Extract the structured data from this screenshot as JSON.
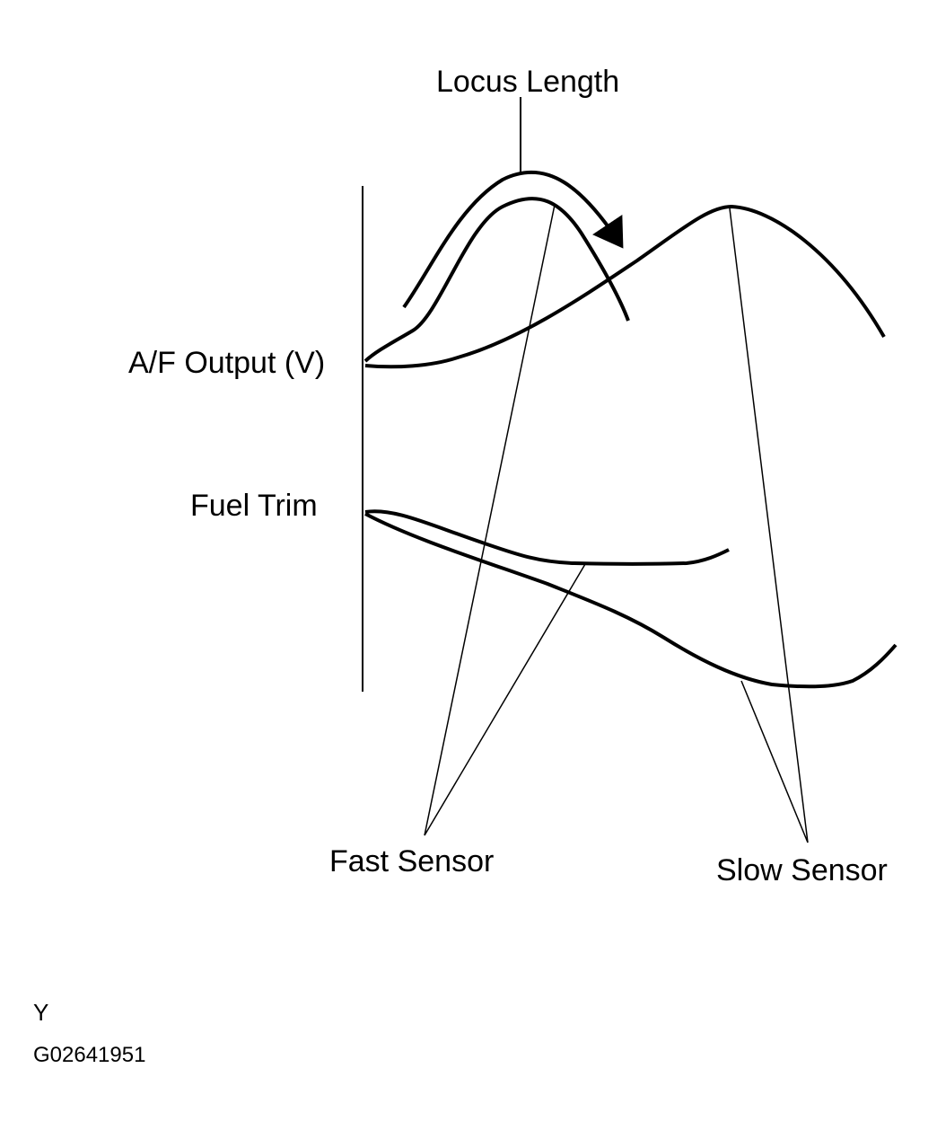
{
  "labels": {
    "locus_length": "Locus Length",
    "af_output": "A/F Output (V)",
    "fuel_trim": "Fuel Trim",
    "fast_sensor": "Fast Sensor",
    "slow_sensor": "Slow Sensor",
    "corner_mark": "Y",
    "figure_code": "G02641951"
  },
  "colors": {
    "ink": "#000000",
    "background": "#ffffff"
  }
}
